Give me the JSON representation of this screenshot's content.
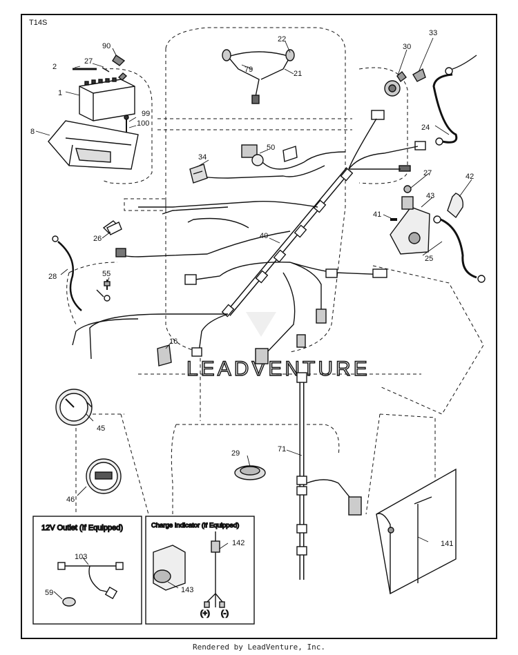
{
  "diagram_id": "T14S",
  "footer": "Rendered by LeadVenture, Inc.",
  "watermark": "LEADVENTURE",
  "insets": {
    "outlet_title": "12V Outlet (If Equipped)",
    "charge_title": "Charge Indicator (If Equipped)",
    "plus": "(+)",
    "minus": "(-)"
  },
  "callouts": [
    {
      "id": "c90",
      "text": "90"
    },
    {
      "id": "c2",
      "text": "2"
    },
    {
      "id": "c27a",
      "text": "27"
    },
    {
      "id": "c1",
      "text": "1"
    },
    {
      "id": "c8",
      "text": "8"
    },
    {
      "id": "c99",
      "text": "99"
    },
    {
      "id": "c100",
      "text": "100"
    },
    {
      "id": "c22",
      "text": "22"
    },
    {
      "id": "c79",
      "text": "79"
    },
    {
      "id": "c21",
      "text": "21"
    },
    {
      "id": "c30",
      "text": "30"
    },
    {
      "id": "c33",
      "text": "33"
    },
    {
      "id": "c24",
      "text": "24"
    },
    {
      "id": "c34",
      "text": "34"
    },
    {
      "id": "c50",
      "text": "50"
    },
    {
      "id": "c27b",
      "text": "27"
    },
    {
      "id": "c42",
      "text": "42"
    },
    {
      "id": "c43",
      "text": "43"
    },
    {
      "id": "c41",
      "text": "41"
    },
    {
      "id": "c26",
      "text": "26"
    },
    {
      "id": "c40",
      "text": "40"
    },
    {
      "id": "c25",
      "text": "25"
    },
    {
      "id": "c28",
      "text": "28"
    },
    {
      "id": "c55",
      "text": "55"
    },
    {
      "id": "c16",
      "text": "16"
    },
    {
      "id": "c45",
      "text": "45"
    },
    {
      "id": "c29",
      "text": "29"
    },
    {
      "id": "c71",
      "text": "71"
    },
    {
      "id": "c46",
      "text": "46"
    },
    {
      "id": "c141",
      "text": "141"
    },
    {
      "id": "c103",
      "text": "103"
    },
    {
      "id": "c59",
      "text": "59"
    },
    {
      "id": "c142",
      "text": "142"
    },
    {
      "id": "c143",
      "text": "143"
    }
  ]
}
